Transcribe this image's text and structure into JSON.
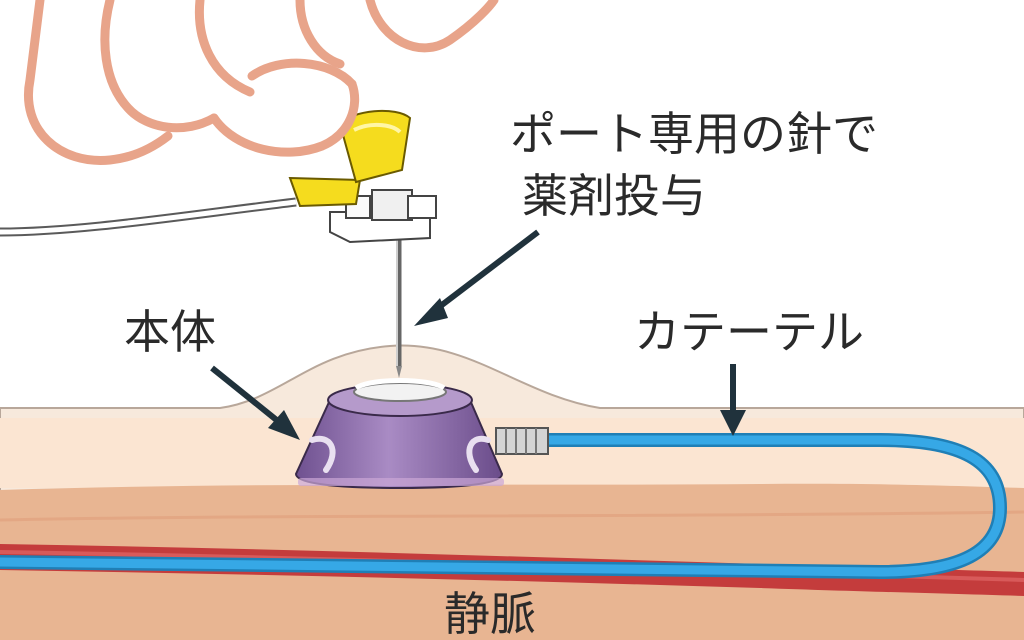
{
  "labels": {
    "needle_line1": "ポート専用の針で",
    "needle_line2": "薬剤投与",
    "body": "本体",
    "catheter": "カテーテル",
    "vein": "静脈"
  },
  "colors": {
    "skin_outer": "#f7e9dc",
    "skin_layer": "#fbe3cf",
    "tissue": "#e8b592",
    "tissue_deep": "#e1a582",
    "vein": "#c43c3c",
    "catheter": "#2a9ad8",
    "port_body": "#8a6aa8",
    "needle_hub": "#f5dc1e",
    "hand_outline": "#e8a48a",
    "arrow": "#20323c"
  },
  "icons": [
    "hand-icon",
    "needle-icon",
    "port-icon",
    "catheter-icon",
    "vein-icon"
  ]
}
